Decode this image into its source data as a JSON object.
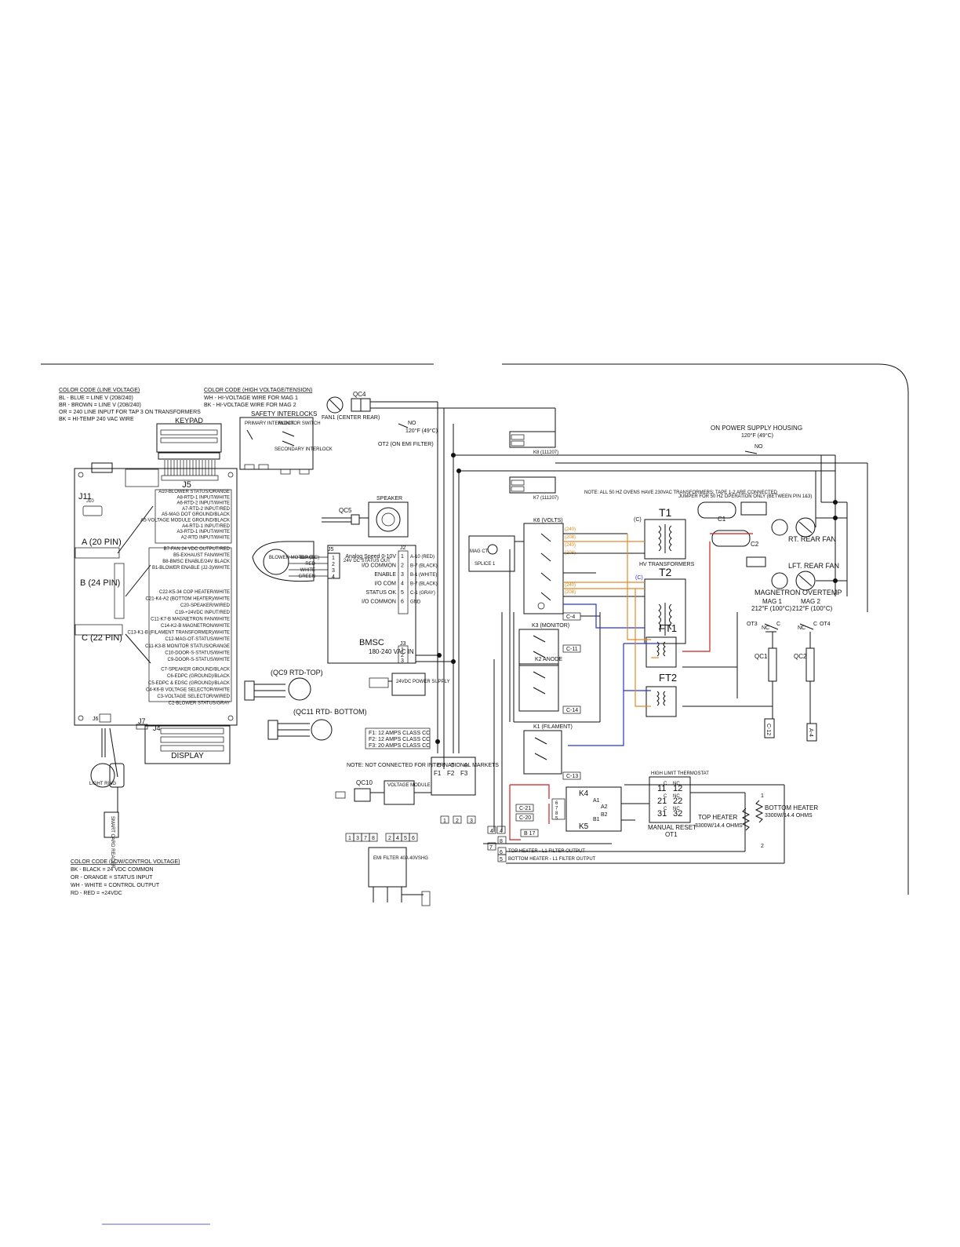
{
  "color_code_line": {
    "title": "COLOR CODE (LINE VOLTAGE)",
    "lines": [
      "BL - BLUE = LINE V (208/240)",
      "BR - BROWN = LINE V (208/240)",
      "OR = 240 LINE INPUT FOR TAP 3 ON TRANSFORMERS",
      "BK = HI-TEMP 240 VAC WIRE"
    ]
  },
  "color_code_high": {
    "title": "COLOR CODE (HIGH VOLTAGE/TENSION)",
    "lines": [
      "WH - HI-VOLTAGE WIRE FOR MAG 1",
      "BK - HI-VOLTAGE WIRE FOR MAG 2"
    ]
  },
  "color_code_low": {
    "title": "COLOR CODE (LOW/CONTROL VOLTAGE)",
    "lines": [
      "BK - BLACK = 24 VDC COMMON",
      "OR - ORANGE = STATUS INPUT",
      "WH - WHITE = CONTROL OUTPUT",
      "RD - RED = +24VDC"
    ]
  },
  "labels": {
    "keypad": "KEYPAD",
    "j5": "J5",
    "j11": "J11",
    "j10": "J10",
    "j7": "J7",
    "j4": "J4",
    "j6": "J6",
    "display": "DISPLAY",
    "a_pin": "A (20 PIN)",
    "b_pin": "B (24 PIN)",
    "c_pin": "C (22 PIN)",
    "safety": "SAFETY INTERLOCKS",
    "primary": "PRIMARY INTERLOCK",
    "monitor_sw": "MONITOR SWITCH",
    "secondary": "SECONDARY INTERLOCK",
    "qc4": "QC4",
    "fan1": "FAN1 (CENTER REAR)",
    "ot2_temp": "120°F (49°C)",
    "ot2": "OT2 (ON EMI FILTER)",
    "speaker": "SPEAKER",
    "qc5": "QC5",
    "qc9": "(QC9 RTD-TOP)",
    "qc11": "(QC11 RTD- BOTTOM)",
    "blower": "BLOWER MOTOR (DC)",
    "bmsc": "BMSC",
    "bmsc_vac": "180-240 VAC IN",
    "bmsc_out": "24V DC STATUS OUT",
    "j2": "J2",
    "j3": "J3",
    "psu": "24VDC POWER SUPPLY",
    "fuses": [
      "F1: 12 AMPS CLASS CC",
      "F2: 12 AMPS CLASS CC",
      "F3: 20 AMPS CLASS CC"
    ],
    "note_intl": "NOTE: NOT CONNECTED FOR INTERNATIONAL MARKETS",
    "qc10": "QC10",
    "voltage_module": "VOLTAGE MODULE",
    "emi": "EMI FILTER 40A 40VSHG",
    "note_50hz": "NOTE: ALL 50 HZ OVENS HAVE 230VAC TRANSFORMERS; TAPE 1-2 ARE CONNECTED",
    "jumper": "JUMPER FOR 50 HZ OPERATION ONLY (BETWEEN PIN 1&3)",
    "on_psu_housing": "ON POWER SUPPLY HOUSING",
    "psu_temp": "120°F (49°C)",
    "k6": "K6 (VOLTS)",
    "k3": "K3 (MONITOR)",
    "k2": "K2 ANODE",
    "k1": "K1 (FILAMENT)",
    "k4": "K4",
    "k5": "K5",
    "k8": "K8 (111207)",
    "k7": "K7 (111207)",
    "t1": "T1",
    "t2": "T2",
    "hv": "HV TRANSFORMERS",
    "ft1": "FT1",
    "ft2": "FT2",
    "c1": "C1",
    "c2": "C2",
    "rt_fan": "RT. REAR FAN",
    "lft_fan": "LFT. REAR FAN",
    "mag_overtemp": "MAGNETRON OVERTEMP",
    "mag1": "MAG 1",
    "mag2": "MAG 2",
    "mag_temp": "212°F (100°C)",
    "ot3": "OT3",
    "ot4": "OT4",
    "qc1": "QC1",
    "qc2": "QC2",
    "c12": "C-12",
    "a4": "A-4",
    "mag_ct": "MAG CT",
    "splice": "SPLICE 1",
    "hl_thermostat": "HIGH LIMIT THERMOSTAT",
    "manual_reset": "MANUAL RESET",
    "ot1": "OT1",
    "top_heater": "TOP HEATER",
    "top_heater_val": "3300W/14.4 OHMS",
    "bottom_heater": "BOTTOM HEATER",
    "bottom_heater_val": "3300W/14.4 OHMS",
    "top_heater_relay": "TOP HEATER - L1 FILTER OUTPUT",
    "bottom_heater_relay": "BOTTOM HEATER - L1 FILTER OUTPUT",
    "light_ring": "LIGHT RING",
    "smart_card": "SMART CARD READER",
    "c4": "C-4",
    "c11": "C-11",
    "c14": "C-14",
    "c13": "C-13",
    "c21": "C-21",
    "c20": "C-20",
    "b17": "B 17",
    "no": "NO",
    "nc": "NC",
    "c": "C"
  },
  "j5_pins_a": [
    "A10-BLOWER STATUS/ORANGE",
    "A8-RTD-1 INPUT/WHITE",
    "A6-RTD-2 INPUT/WHITE",
    "A7-RTD-2 INPUT/RED",
    "A5-MAG DOT GROUND/BLACK",
    "A5-VOLTAGE MODULE GROUND/BLACK",
    "A4-RTD-1 INPUT/RED",
    "A3-RTD-1 INPUT/WHITE",
    "A2-RTD INPUT/WHITE"
  ],
  "j5_pins_b": [
    "B7-FAN 24 VDC OUTPUT/RED",
    "B5-EXHAUST FAN/WHITE",
    "B8-BMSC ENABLE/24V BLACK",
    "B1-BLOWER ENABLE (J2-3)/WHITE"
  ],
  "j5_pins_c": [
    "C22-K5-34 COP HEATER/WHITE",
    "C21-K4-A2 (BOTTOM HEATER)/WHITE",
    "C20-SPEAKER/WIRED",
    "C19-+24VDC INPUT/RED",
    "C11-K7-B MAGNETRON FAN/WHITE",
    "C14-K2-B MAGNETRON/WHITE",
    "C13-K1-B (FILAMENT TRANSFORMER)/WHITE",
    "C12-MAG-OT-STATUS/WHITE",
    "C11-K3-B MONITOR STATUS/ORANGE",
    "C10-DOOR-S-STATUS/WHITE",
    "C9-DOOR-S-STATUS/WHITE",
    "C7-SPEAKER GROUND/BLACK",
    "C6-EDPC (GROUND)/BLACK",
    "C5-EDPC & EDSC (GROUND)/BLACK",
    "C4-K6-B VOLTAGE SELECTOR/WHITE",
    "C3-VOLTAGE SELECTOR/WIRED",
    "C2-BLOWER STATUS/GRAY"
  ],
  "j2_pins": [
    {
      "name": "Analog Speed 0-10V",
      "pin": "1",
      "wire": "A-10 (RED)"
    },
    {
      "name": "I/O COMMON",
      "pin": "2",
      "wire": "B-7 (BLACK)"
    },
    {
      "name": "ENABLE",
      "pin": "3",
      "wire": "B-1 (WHITE)"
    },
    {
      "name": "I/O COM",
      "pin": "4",
      "wire": "B-7 (BLACK)"
    },
    {
      "name": "STATUS OK",
      "pin": "5",
      "wire": "C-1 (GRAY)"
    },
    {
      "name": "I/O COMMON",
      "pin": "6",
      "wire": "GND"
    }
  ],
  "j6_pins": [
    "1",
    "2",
    "3",
    "4"
  ],
  "j5_side": [
    "BLACK",
    "RED",
    "WHITE",
    "GREEN"
  ],
  "j3_pins": [
    "1",
    "2",
    "3"
  ],
  "bottom_terminals_left": [
    "1",
    "3",
    "7",
    "8"
  ],
  "bottom_terminals_right": [
    "2",
    "4",
    "5",
    "6"
  ],
  "small_terminals": [
    "1",
    "2",
    "3",
    "4",
    "4"
  ],
  "relay_terminals": [
    "6",
    "7",
    "8",
    "5"
  ],
  "thermo_rows": [
    [
      "11",
      "12"
    ],
    [
      "21",
      "22"
    ],
    [
      "31",
      "32"
    ]
  ],
  "volt_taps": [
    "(240)",
    "(208)",
    "(240)",
    "(208)",
    "(240)",
    "(208)"
  ],
  "volt_taps_blue": [
    "(C)",
    "(C)"
  ]
}
